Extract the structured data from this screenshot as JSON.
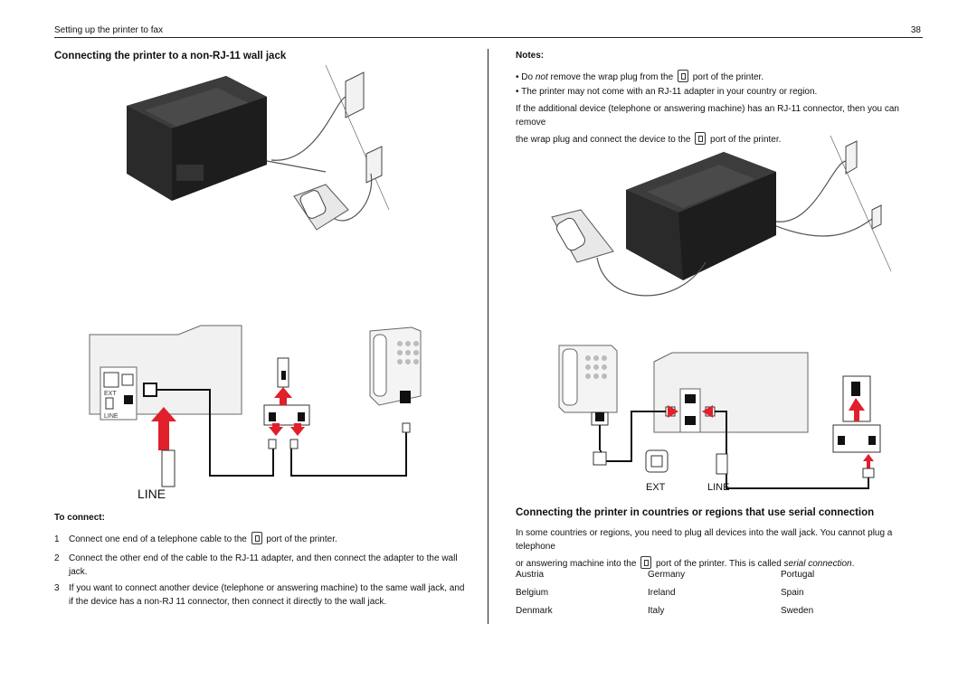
{
  "header": {
    "section": "Setting up the printer to fax",
    "page_number": "38"
  },
  "left": {
    "title": "Connecting the printer to a non-RJ-11 wall jack",
    "diagram_labels": {
      "ext": "EXT",
      "line_small": "LINE",
      "line_big": "LINE"
    },
    "to_connect_heading": "To connect:",
    "steps": [
      {
        "num": "1",
        "text_before": "Connect one end of a telephone cable to the",
        "text_after": "port of the printer."
      },
      {
        "num": "2",
        "text": "Connect the other end of the cable to the RJ-11 adapter, and then connect the adapter to the wall jack."
      },
      {
        "num": "3",
        "text": "If you want to connect another device (telephone or answering machine) to the same wall jack, and if the device has a non-RJ 11 connector, then connect it directly to the wall jack."
      }
    ]
  },
  "right": {
    "notes_heading": "Notes:",
    "note1": {
      "pre": "Do ",
      "em": "not",
      "mid": " remove the wrap plug from the",
      "post": "port of the printer."
    },
    "note2": "The printer may not come with an RJ-11 adapter in your country or region.",
    "para1_line1": "If the additional device (telephone or answering machine) has an RJ-11 connector, then you can remove",
    "para1_line2_pre": "the wrap plug and connect the device to the",
    "para1_line2_post": "port of the printer.",
    "diagram_labels": {
      "ext": "EXT",
      "line": "LINE"
    },
    "serial_title": "Connecting the printer in countries or regions that use serial connection",
    "serial_line1": "In some countries or regions, you need to plug all devices into the wall jack. You cannot plug a telephone",
    "serial_line2_pre": "or answering machine into the",
    "serial_line2_mid": "port of the printer. This is called ",
    "serial_line2_em": "serial connection",
    "serial_line2_end": ".",
    "countries": [
      [
        "Austria",
        "Germany",
        "Portugal"
      ],
      [
        "Belgium",
        "Ireland",
        "Spain"
      ],
      [
        "Denmark",
        "Italy",
        "Sweden"
      ]
    ]
  }
}
